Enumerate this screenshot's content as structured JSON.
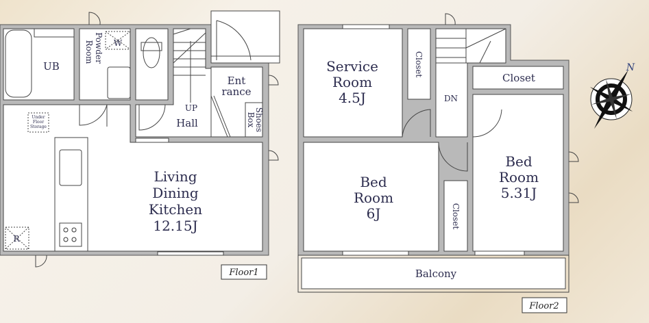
{
  "floor1": {
    "label": "Floor1",
    "rooms": {
      "ub": "UB",
      "powder": [
        "Powder",
        "Room"
      ],
      "washer": "W",
      "hall": "Hall",
      "up": "UP",
      "entrance": [
        "Ent",
        "rance"
      ],
      "shoes_box": [
        "Shoes",
        "Box"
      ],
      "under_floor": [
        "Under",
        "Floor",
        "Storage"
      ],
      "fridge": "R",
      "ldk": [
        "Living",
        "Dining",
        "Kitchen",
        "12.15J"
      ]
    }
  },
  "floor2": {
    "label": "Floor2",
    "rooms": {
      "service": [
        "Service",
        "Room",
        "4.5J"
      ],
      "closet_service": "Closet",
      "closet_top": "Closet",
      "dn": "DN",
      "bed6": [
        "Bed",
        "Room",
        "6J"
      ],
      "closet_bed6": "Closet",
      "bed531": [
        "Bed",
        "Room",
        "5.31J"
      ],
      "balcony": "Balcony"
    }
  },
  "compass": {
    "north": "N"
  }
}
